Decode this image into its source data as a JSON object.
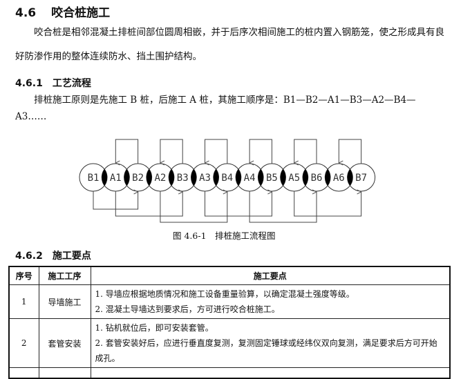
{
  "section": {
    "num": "4.6",
    "title": "咬合桩施工"
  },
  "intro": "　　咬合桩是相邻混凝土排桩间部位圆周相嵌，并于后序次相间施工的桩内置入钢筋笼，使之形成具有良好防渗作用的整体连续防水、挡土围护结构。",
  "s1": {
    "num": "4.6.1",
    "title": "工艺流程",
    "text": "　　排桩施工原则是先施工 B 桩，后施工 A 桩，其施工顺序是：B1—B2—A1—B3—A2—B4—A3……"
  },
  "diagram": {
    "piles": [
      "B1",
      "A1",
      "B2",
      "A2",
      "B3",
      "A3",
      "B4",
      "A4",
      "B5",
      "A5",
      "B6",
      "A6",
      "B7"
    ],
    "caption": "图 4.6-1　排桩施工流程图"
  },
  "s2": {
    "num": "4.6.2",
    "title": "施工要点"
  },
  "table": {
    "headers": [
      "序号",
      "施工工序",
      "施工要点"
    ],
    "rows": [
      {
        "no": "1",
        "step": "导墙施工",
        "points": [
          "1. 导墙应根据地质情况和施工设备重量验算，以确定混凝土强度等级。",
          "2. 混凝土导墙达到要求后，方可进行咬合桩施工。"
        ]
      },
      {
        "no": "2",
        "step": "套管安装",
        "points": [
          "1. 钻机就位后，即可安装套管。",
          "2. 套管安装好后，应进行垂直度复测，复测固定锤球或经纬仪双向复测，满足要求后方可开始成孔。"
        ]
      }
    ]
  }
}
